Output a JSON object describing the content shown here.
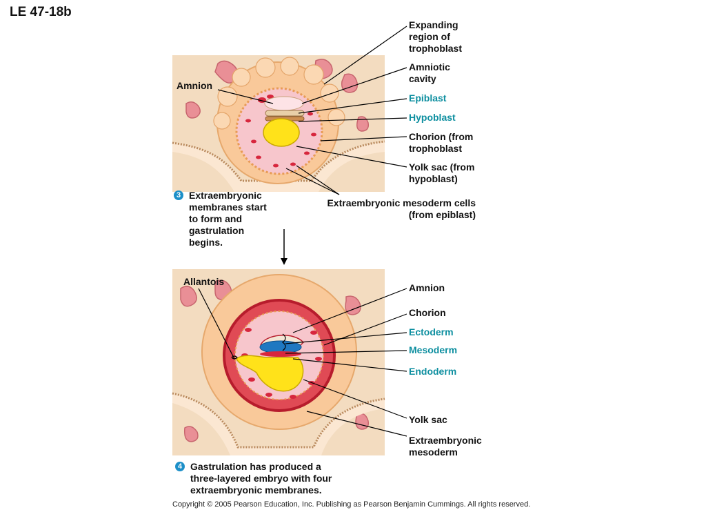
{
  "title": "LE 47-18b",
  "stage3": {
    "number": "3",
    "caption": "Extraembryonic\nmembranes start\nto form and\ngastrulation\nbegins.",
    "labels": {
      "expanding": "Expanding\nregion of\ntrophoblast",
      "amniotic": "Amniotic\ncavity",
      "epiblast": "Epiblast",
      "hypoblast": "Hypoblast",
      "chorion": "Chorion (from\ntrophoblast",
      "yolk": "Yolk sac (from\nhypoblast)",
      "amnion": "Amnion",
      "mesoderm_cells": "Extraembryonic mesoderm cells\n(from epiblast)"
    }
  },
  "stage4": {
    "number": "4",
    "caption": "Gastrulation has produced a\nthree-layered embryo with four\nextraembryonic membranes.",
    "labels": {
      "allantois": "Allantois",
      "amnion": "Amnion",
      "chorion": "Chorion",
      "ectoderm": "Ectoderm",
      "mesoderm": "Mesoderm",
      "endoderm": "Endoderm",
      "yolk": "Yolk sac",
      "extra_mesoderm": "Extraembryonic\nmesoderm"
    }
  },
  "copyright": "Copyright ©  2005 Pearson Education, Inc. Publishing as Pearson Benjamin Cummings. All rights reserved.",
  "colors": {
    "tissue_bg": "#f3dcc0",
    "trophoblast": "#f9c99a",
    "gland": "#e98f96",
    "blood": "#d7263d",
    "cavity_pink": "#f7c6cc",
    "yolk": "#ffe21a",
    "ectoderm": "#1f78c1",
    "label_teal": "#0e8fa0"
  }
}
